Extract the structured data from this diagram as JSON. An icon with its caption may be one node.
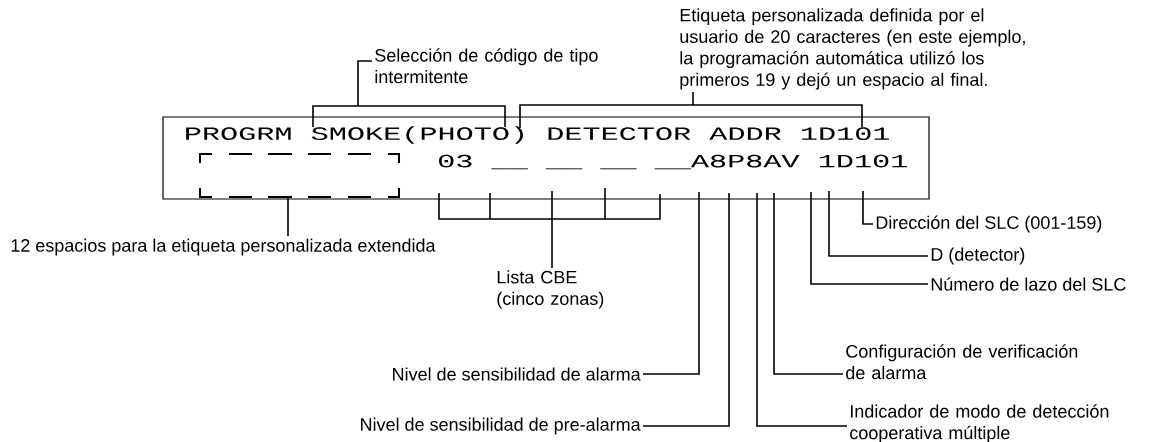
{
  "diagram": {
    "nodes": [
      {
        "text": [
          "PROGRM SMOKE(PHOTO) DETECTOR ADDR 1D101",
          "03 __ __ __ __A8P8AV 1D101"
        ]
      },
      {
        "text": [],
        "shape": "box",
        "in": 0
      },
      {
        "text": [
          "Selección de código de tipo intermitente"
        ]
      },
      {
        "text": [
          "Etiqueta personalizada definida por el usuario de 20 caracteres (en este ejemplo, la programación automática utilizó los primeros 19 y dejó un espacio al final."
        ]
      },
      {
        "text": [
          "12 espacios para la etiqueta personalizada extendida"
        ]
      },
      {
        "text": [
          "Lista CBE (cinco zonas)"
        ]
      },
      {
        "text": [
          "Dirección del SLC (001-159)"
        ]
      },
      {
        "text": [
          "D (detector)"
        ]
      },
      {
        "text": [
          "Número de lazo del SLC"
        ]
      },
      {
        "text": [
          "Configuración de verificación de alarma"
        ]
      },
      {
        "text": [
          "Indicador de modo de detección cooperativa múltiple"
        ]
      },
      {
        "text": [
          "Nivel de sensibilidad de alarma"
        ]
      },
      {
        "text": [
          "Nivel de sensibilidad de pre-alarma"
        ]
      }
    ],
    "edges": [
      {
        "from": 2,
        "to": 0,
        "arrow": "none"
      },
      {
        "from": 3,
        "to": 0,
        "arrow": "none"
      },
      {
        "from": 4,
        "to": 1,
        "arrow": "none"
      },
      {
        "from": 5,
        "to": 0,
        "arrow": "none"
      },
      {
        "from": 6,
        "to": 0,
        "arrow": "none"
      },
      {
        "from": 7,
        "to": 0,
        "arrow": "none"
      },
      {
        "from": 8,
        "to": 0,
        "arrow": "none"
      },
      {
        "from": 9,
        "to": 0,
        "arrow": "none"
      },
      {
        "from": 10,
        "to": 0,
        "arrow": "none"
      },
      {
        "from": 11,
        "to": 0,
        "arrow": "none"
      },
      {
        "from": 12,
        "to": 0,
        "arrow": "none"
      }
    ]
  }
}
